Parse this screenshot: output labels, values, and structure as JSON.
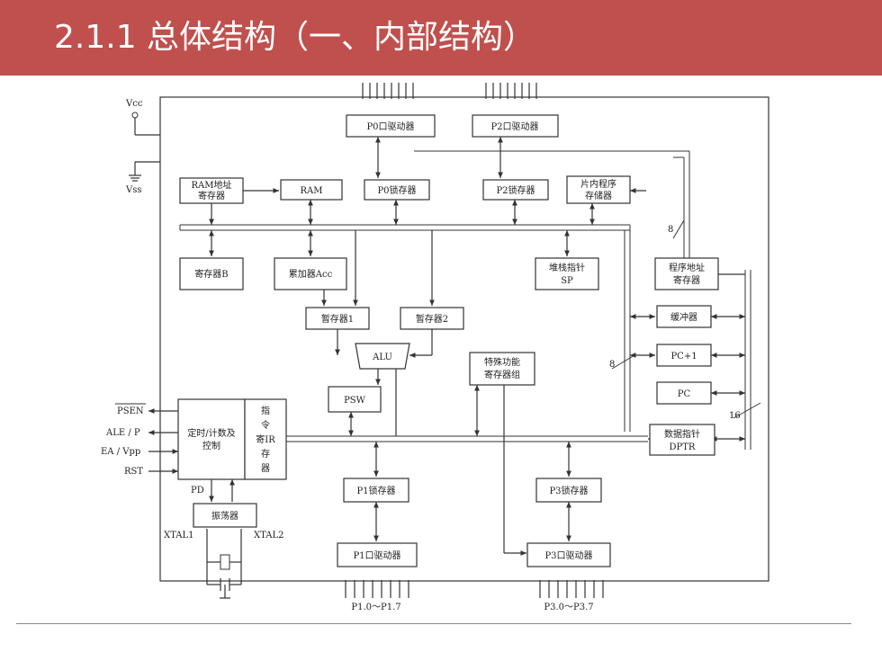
{
  "header": {
    "title": "2.1.1 总体结构（一、内部结构）",
    "bg_color": "#c0504d"
  },
  "diagram": {
    "power": {
      "vcc": "Vcc",
      "vss": "Vss"
    },
    "blocks": {
      "p0_driver": "P0口驱动器",
      "p2_driver": "P2口驱动器",
      "ram_addr_l1": "RAM地址",
      "ram_addr_l2": "寄存器",
      "ram": "RAM",
      "p0_latch": "P0锁存器",
      "p2_latch": "P2锁存器",
      "rom_l1": "片内程序",
      "rom_l2": "存储器",
      "reg_b": "寄存器B",
      "acc": "累加器Acc",
      "sp_l1": "堆栈指针",
      "sp_l2": "SP",
      "pc_addr_l1": "程序地址",
      "pc_addr_l2": "寄存器",
      "tmp1": "暂存器1",
      "tmp2": "暂存器2",
      "buffer": "缓冲器",
      "alu": "ALU",
      "sfr_l1": "特殊功能",
      "sfr_l2": "寄存器组",
      "pc_plus1": "PC+1",
      "psw": "PSW",
      "pc": "PC",
      "timing_l1": "定时/计数及",
      "timing_l2": "控制",
      "ir": [
        "指",
        "令",
        "寄IR",
        "存",
        "器"
      ],
      "dptr_l1": "数据指针",
      "dptr_l2": "DPTR",
      "p1_latch": "P1锁存器",
      "p3_latch": "P3锁存器",
      "osc": "振荡器",
      "p1_driver": "P1口驱动器",
      "p3_driver": "P3口驱动器"
    },
    "pins": {
      "psen": "PSEN",
      "ale": "ALE / P",
      "ea": "EA / Vpp",
      "rst": "RST",
      "pd": "PD",
      "xtal1": "XTAL1",
      "xtal2": "XTAL2",
      "p1_range": "P1.0～P1.7",
      "p3_range": "P3.0～P3.7"
    },
    "bus_widths": {
      "w8a": "8",
      "w8b": "8",
      "w16": "16"
    }
  }
}
